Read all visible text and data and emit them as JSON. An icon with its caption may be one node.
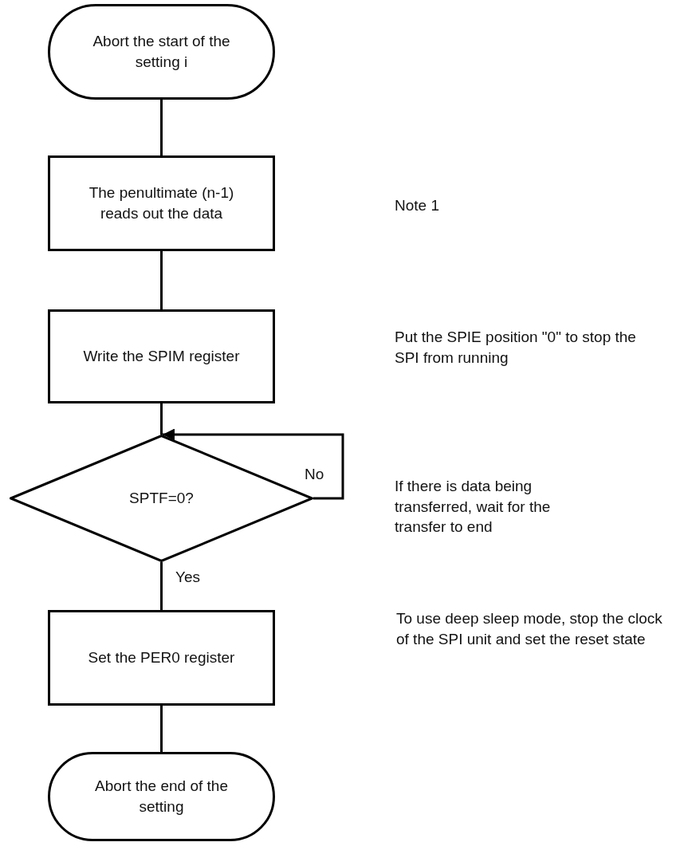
{
  "diagram": {
    "nodes": [
      {
        "text": [
          "Abort the start of the setting i"
        ]
      },
      {
        "text": [
          "The penultimate (n-1) reads out the data"
        ]
      },
      {
        "text": [
          "Write the SPIM register"
        ]
      },
      {
        "text": [
          "SPTF=0?"
        ]
      },
      {
        "text": [
          "Set the PER0 register"
        ]
      },
      {
        "text": [
          "Abort the end of the setting"
        ]
      }
    ],
    "edges": [
      {
        "from": 0,
        "to": 1,
        "arrow": "none"
      },
      {
        "from": 1,
        "to": 2,
        "arrow": "none"
      },
      {
        "from": 2,
        "to": 3,
        "arrow": "none"
      },
      {
        "from": 3,
        "to": 3,
        "arrow": "to",
        "label": "No"
      },
      {
        "from": 3,
        "to": 4,
        "arrow": "none",
        "label": "Yes"
      },
      {
        "from": 4,
        "to": 5,
        "arrow": "none"
      }
    ],
    "labels": [
      "Note 1",
      "Put the SPIE position \"0\" to stop the SPI from running",
      "If there is data being transferred, wait for the transfer to end",
      "To use deep sleep mode, stop the clock of the SPI unit and set the reset state"
    ]
  }
}
